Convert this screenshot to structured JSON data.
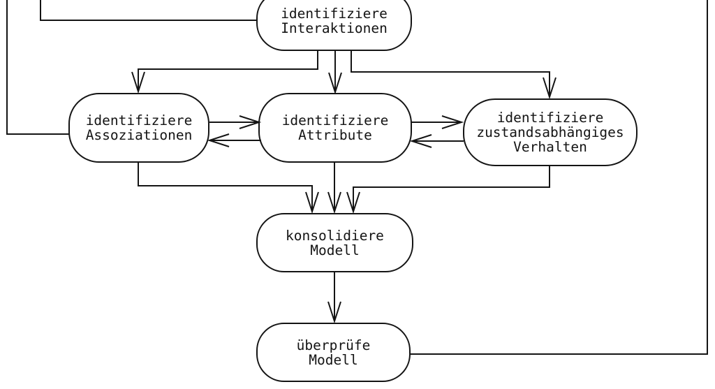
{
  "diagram": {
    "colors": {
      "line": "#141414",
      "background": "#ffffff"
    },
    "nodes": {
      "interaktionen": {
        "lines": [
          "identifiziere",
          "Interaktionen"
        ]
      },
      "assoziationen": {
        "lines": [
          "identifiziere",
          "Assoziationen"
        ]
      },
      "attribute": {
        "lines": [
          "identifiziere",
          "Attribute"
        ]
      },
      "verhalten": {
        "lines": [
          "identifiziere",
          "zustandsabhängiges",
          "Verhalten"
        ]
      },
      "konsolidiere": {
        "lines": [
          "konsolidiere",
          "Modell"
        ]
      },
      "ueberpruefe": {
        "lines": [
          "überprüfe",
          "Modell"
        ]
      }
    },
    "edges": [
      {
        "from": "offpage-top-left-outer",
        "to": "assoziationen",
        "arrowhead": false
      },
      {
        "from": "offpage-top-left-inner",
        "to": "interaktionen",
        "arrowhead": false
      },
      {
        "from": "interaktionen",
        "to": "assoziationen",
        "arrowhead": true
      },
      {
        "from": "interaktionen",
        "to": "attribute",
        "arrowhead": true
      },
      {
        "from": "interaktionen",
        "to": "verhalten",
        "arrowhead": true
      },
      {
        "from": "assoziationen",
        "to": "attribute",
        "arrowhead": true
      },
      {
        "from": "attribute",
        "to": "assoziationen",
        "arrowhead": true
      },
      {
        "from": "attribute",
        "to": "verhalten",
        "arrowhead": true
      },
      {
        "from": "verhalten",
        "to": "attribute",
        "arrowhead": true
      },
      {
        "from": "assoziationen",
        "to": "konsolidiere",
        "arrowhead": true
      },
      {
        "from": "attribute",
        "to": "konsolidiere",
        "arrowhead": true
      },
      {
        "from": "verhalten",
        "to": "konsolidiere",
        "arrowhead": true
      },
      {
        "from": "konsolidiere",
        "to": "ueberpruefe",
        "arrowhead": true
      },
      {
        "from": "ueberpruefe",
        "to": "offpage-top-right",
        "arrowhead": false
      }
    ]
  }
}
